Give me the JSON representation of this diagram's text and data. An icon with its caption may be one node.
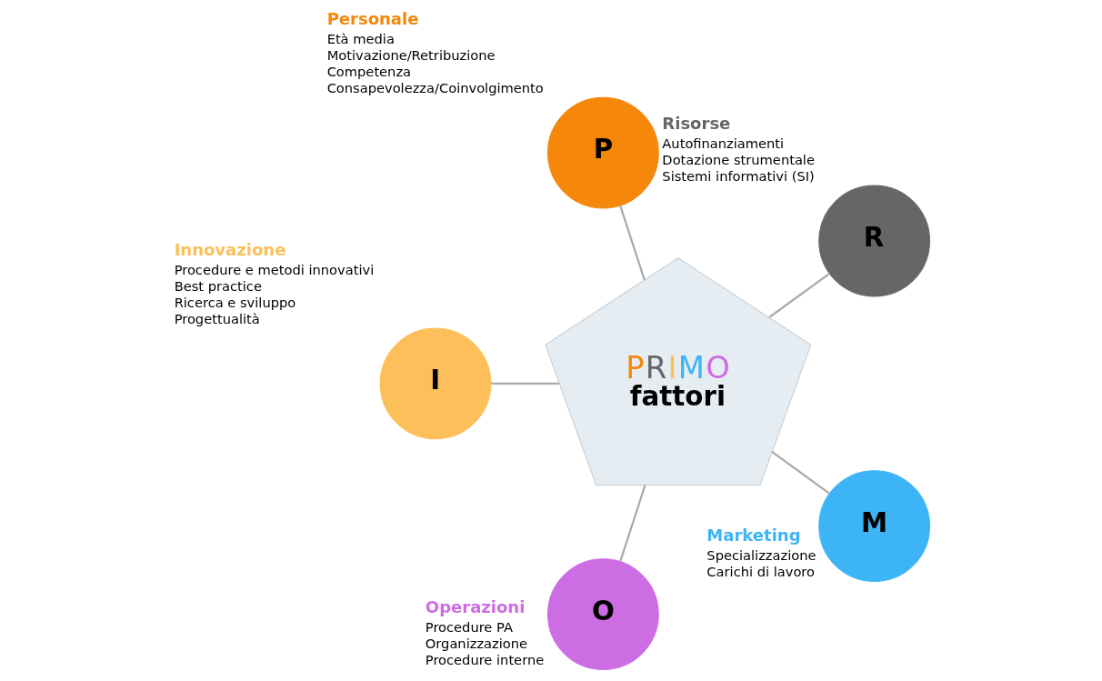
{
  "diagram": {
    "nodes": [
      {
        "text": [
          "R"
        ],
        "beside": [
          "Risorse",
          "Autofinanziamenti",
          "Dotazione strumentale",
          "Sistemi informativi (SI)"
        ]
      },
      {
        "text": [
          "P"
        ],
        "beside": [
          "Personale",
          "Età media",
          "Motivazione/Retribuzione",
          "Competenza",
          "Consapevolezza/Coinvolgimento"
        ]
      },
      {
        "text": [
          "I"
        ],
        "beside": [
          "Innovazione",
          "Procedure e metodi innovativi",
          "Best practice",
          "Ricerca e sviluppo",
          "Progettualità"
        ]
      },
      {
        "text": [
          "PRIMO",
          "fattori"
        ]
      },
      {
        "text": [
          "O"
        ],
        "beside": [
          "Operazioni",
          "Procedure PA",
          "Organizzazione",
          "Procedure interne"
        ]
      },
      {
        "text": [
          "M"
        ],
        "beside": [
          "Marketing",
          "Specializzazione",
          "Carichi di lavoro"
        ]
      }
    ],
    "edges": [
      {
        "from": 3,
        "to": 0,
        "arrow": "none"
      },
      {
        "from": 3,
        "to": 1,
        "arrow": "none"
      },
      {
        "from": 3,
        "to": 2,
        "arrow": "none"
      },
      {
        "from": 3,
        "to": 4,
        "arrow": "none"
      },
      {
        "from": 3,
        "to": 5,
        "arrow": "none"
      }
    ]
  }
}
